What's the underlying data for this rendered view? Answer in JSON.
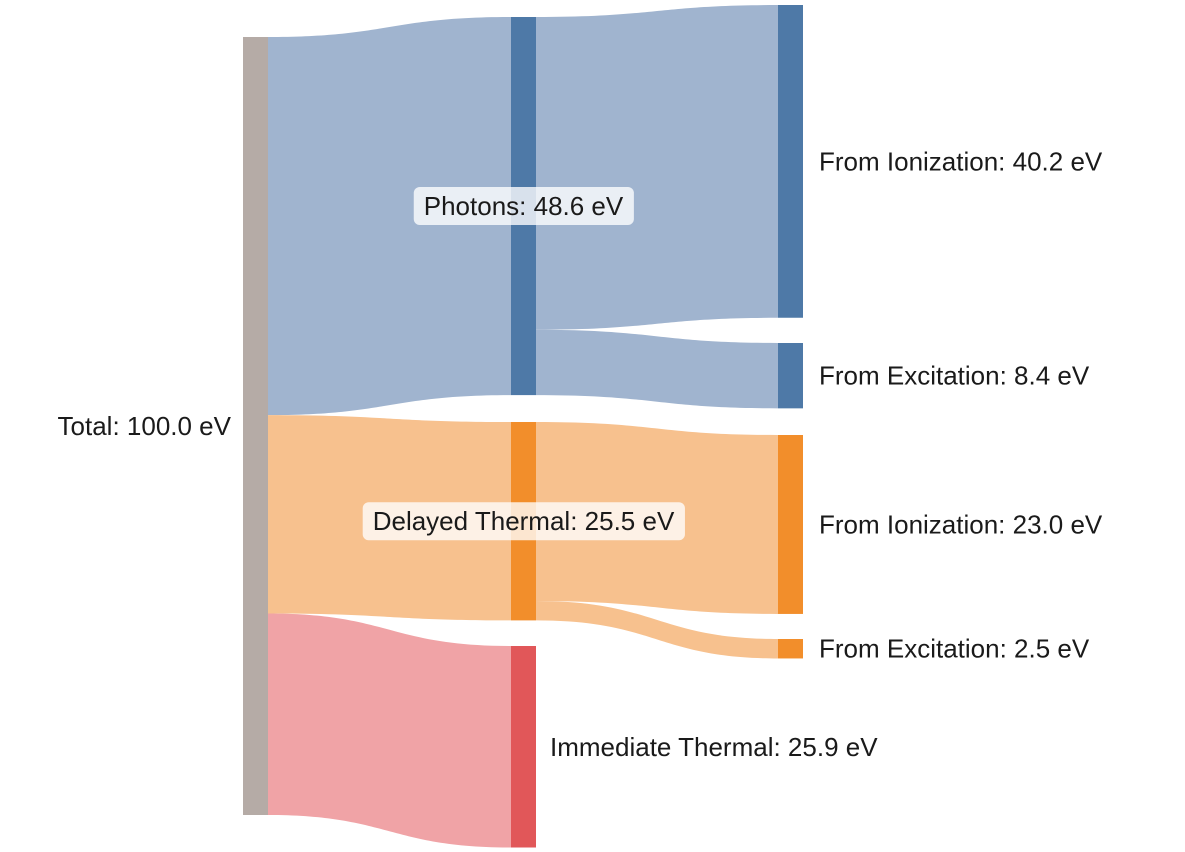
{
  "chart_data": {
    "type": "sankey",
    "units": "eV",
    "nodes": [
      {
        "id": "total",
        "label": "Total: 100.0 eV",
        "value": 100.0,
        "color": "#b5aba6"
      },
      {
        "id": "photons",
        "label": "Photons: 48.6 eV",
        "value": 48.6,
        "color": "#4e79a7"
      },
      {
        "id": "delayed",
        "label": "Delayed Thermal: 25.5 eV",
        "value": 25.5,
        "color": "#f28e2b"
      },
      {
        "id": "immediate",
        "label": "Immediate Thermal: 25.9 eV",
        "value": 25.9,
        "color": "#e15759"
      },
      {
        "id": "ph_ion",
        "label": "From Ionization: 40.2 eV",
        "value": 40.2,
        "color": "#4e79a7"
      },
      {
        "id": "ph_exc",
        "label": "From Excitation: 8.4 eV",
        "value": 8.4,
        "color": "#4e79a7"
      },
      {
        "id": "dt_ion",
        "label": "From Ionization: 23.0 eV",
        "value": 23.0,
        "color": "#f28e2b"
      },
      {
        "id": "dt_exc",
        "label": "From Excitation: 2.5 eV",
        "value": 2.5,
        "color": "#f28e2b"
      }
    ],
    "links": [
      {
        "source": "total",
        "target": "photons",
        "value": 48.6,
        "color": "#a0b4cf"
      },
      {
        "source": "total",
        "target": "delayed",
        "value": 25.5,
        "color": "#f7c18e"
      },
      {
        "source": "total",
        "target": "immediate",
        "value": 25.9,
        "color": "#f0a3a6"
      },
      {
        "source": "photons",
        "target": "ph_ion",
        "value": 40.2,
        "color": "#a0b4cf"
      },
      {
        "source": "photons",
        "target": "ph_exc",
        "value": 8.4,
        "color": "#a0b4cf"
      },
      {
        "source": "delayed",
        "target": "dt_ion",
        "value": 23.0,
        "color": "#f7c18e"
      },
      {
        "source": "delayed",
        "target": "dt_exc",
        "value": 2.5,
        "color": "#f7c18e"
      }
    ]
  }
}
